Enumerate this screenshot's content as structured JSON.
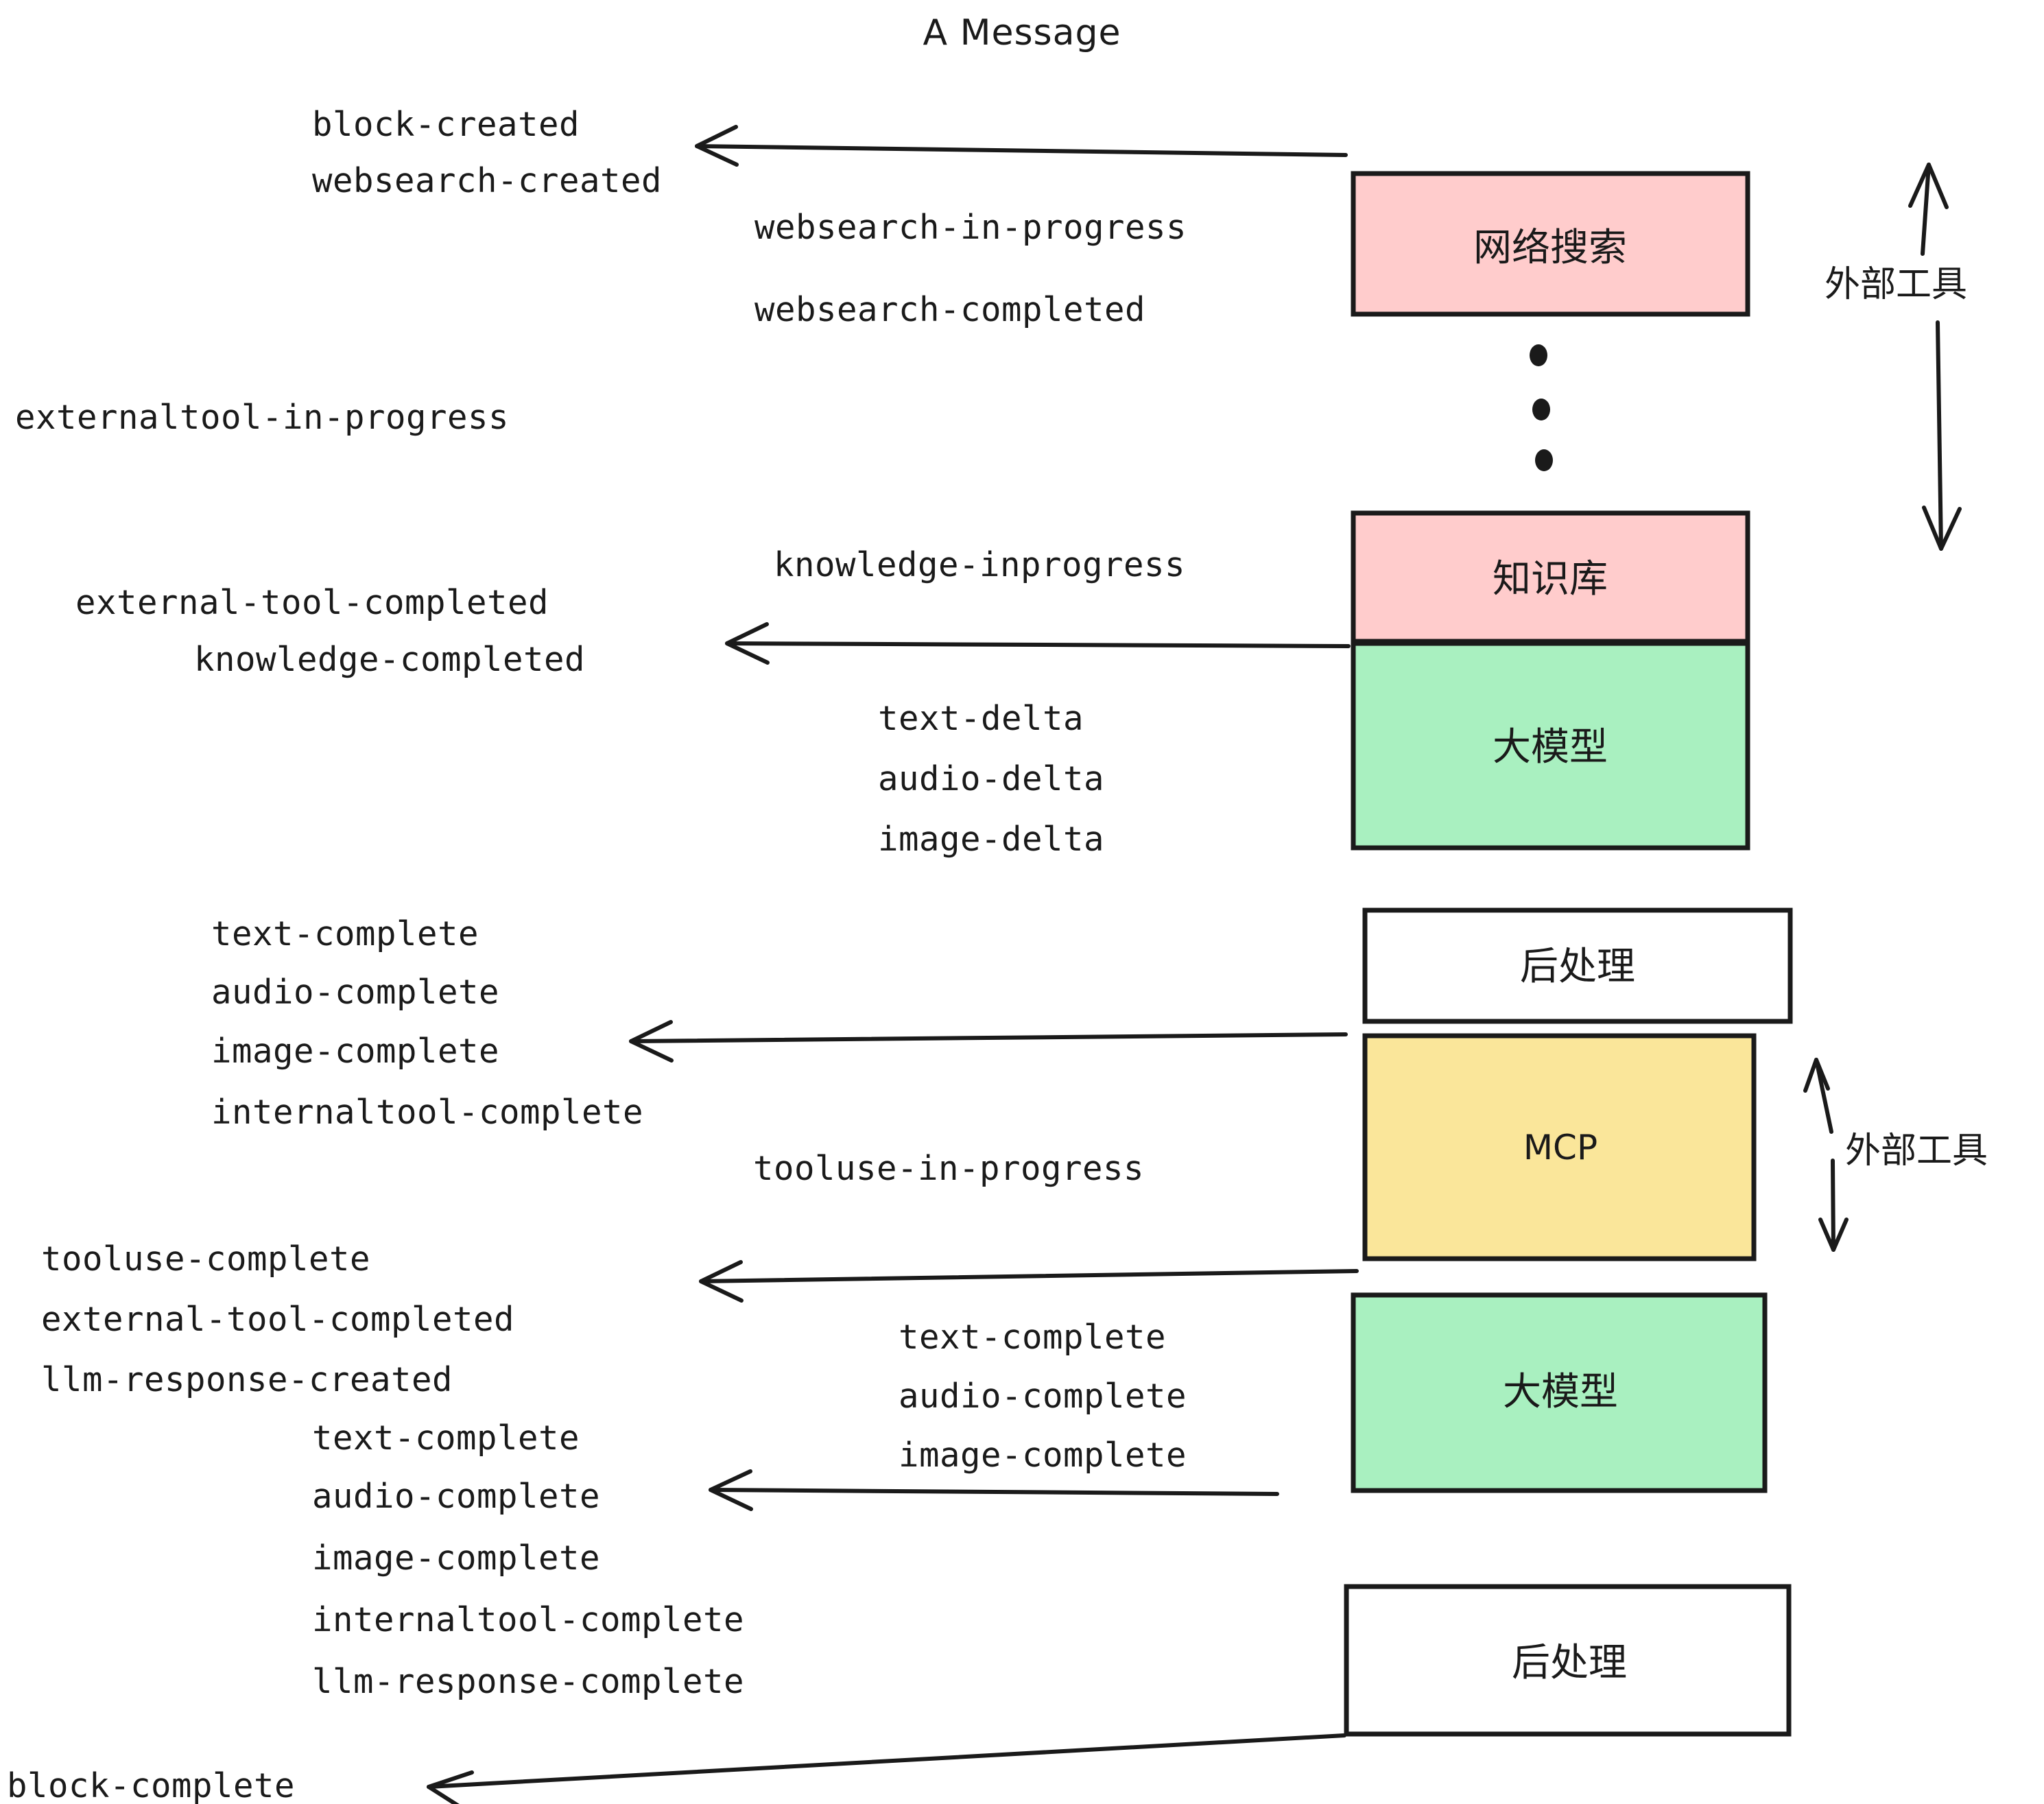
{
  "diagram": {
    "title": "A Message",
    "colors": {
      "pink": "#FFCCCC",
      "green": "#A9F0C0",
      "yellow": "#FAE69A",
      "white": "#FFFFFF",
      "stroke": "#1A1A1A"
    },
    "boxes": [
      {
        "id": "websearch",
        "label": "网络搜索",
        "fill": "#FFCCCC"
      },
      {
        "id": "knowledge",
        "label": "知识库",
        "fill": "#FFCCCC"
      },
      {
        "id": "llm-1",
        "label": "大模型",
        "fill": "#A9F0C0"
      },
      {
        "id": "postprocess-1",
        "label": "后处理",
        "fill": "#FFFFFF"
      },
      {
        "id": "mcp",
        "label": "MCP",
        "fill": "#FAE69A"
      },
      {
        "id": "llm-2",
        "label": "大模型",
        "fill": "#A9F0C0"
      },
      {
        "id": "postprocess-2",
        "label": "后处理",
        "fill": "#FFFFFF"
      }
    ],
    "side_labels": [
      {
        "id": "external-tool-upper",
        "label": "外部工具"
      },
      {
        "id": "external-tool-lower",
        "label": "外部工具"
      }
    ],
    "events": [
      {
        "id": "e01",
        "text": "block-created"
      },
      {
        "id": "e02",
        "text": "websearch-created"
      },
      {
        "id": "e03",
        "text": "websearch-in-progress"
      },
      {
        "id": "e04",
        "text": "websearch-completed"
      },
      {
        "id": "e05",
        "text": "externaltool-in-progress"
      },
      {
        "id": "e06",
        "text": "knowledge-inprogress"
      },
      {
        "id": "e07",
        "text": "external-tool-completed"
      },
      {
        "id": "e08",
        "text": "knowledge-completed"
      },
      {
        "id": "e09",
        "text": "text-delta"
      },
      {
        "id": "e10",
        "text": "audio-delta"
      },
      {
        "id": "e11",
        "text": "image-delta"
      },
      {
        "id": "e12",
        "text": "text-complete"
      },
      {
        "id": "e13",
        "text": "audio-complete"
      },
      {
        "id": "e14",
        "text": "image-complete"
      },
      {
        "id": "e15",
        "text": "internaltool-complete"
      },
      {
        "id": "e16",
        "text": "tooluse-in-progress"
      },
      {
        "id": "e17",
        "text": "tooluse-complete"
      },
      {
        "id": "e18",
        "text": "external-tool-completed"
      },
      {
        "id": "e19",
        "text": "llm-response-created"
      },
      {
        "id": "e20",
        "text": "text-complete"
      },
      {
        "id": "e21",
        "text": "audio-complete"
      },
      {
        "id": "e22",
        "text": "image-complete"
      },
      {
        "id": "e23",
        "text": "internaltool-complete"
      },
      {
        "id": "e24",
        "text": "llm-response-complete"
      },
      {
        "id": "e25",
        "text": "block-complete"
      }
    ]
  }
}
